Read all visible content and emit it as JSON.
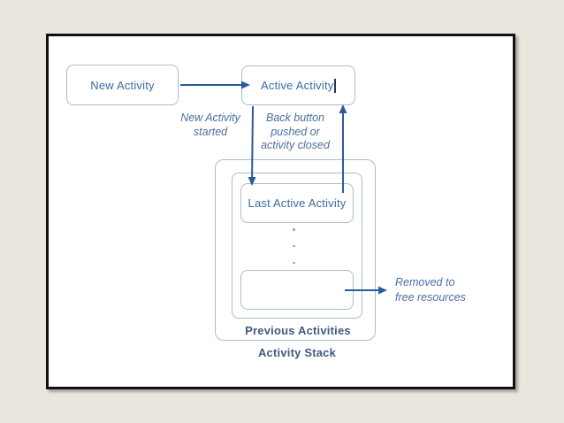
{
  "diagram": {
    "boxes": {
      "new_activity": "New Activity",
      "active_activity": "Active Activity",
      "last_active_activity": "Last Active Activity",
      "empty_slot": ""
    },
    "labels": {
      "new_activity_started": "New Activity\nstarted",
      "back_button": "Back button\npushed or\nactivity closed",
      "removed": "Removed to\nfree resources",
      "previous_activities": "Previous Activities",
      "activity_stack": "Activity Stack"
    },
    "icons": {
      "stack_ellipsis": "vertical-ellipsis",
      "active_text_cursor": "text-cursor"
    }
  },
  "colors": {
    "page_background": "#e9e6dd",
    "slide_background": "#ffffff",
    "slide_border": "#101010",
    "box_border": "#a9bcd1",
    "box_text": "#3c6ba1",
    "label_italic": "#4a6fa0",
    "label_bold": "#3d5b82",
    "arrow": "#2b5a9b",
    "dots": "#8fa3bd",
    "cursor": "#1f3a5f"
  }
}
